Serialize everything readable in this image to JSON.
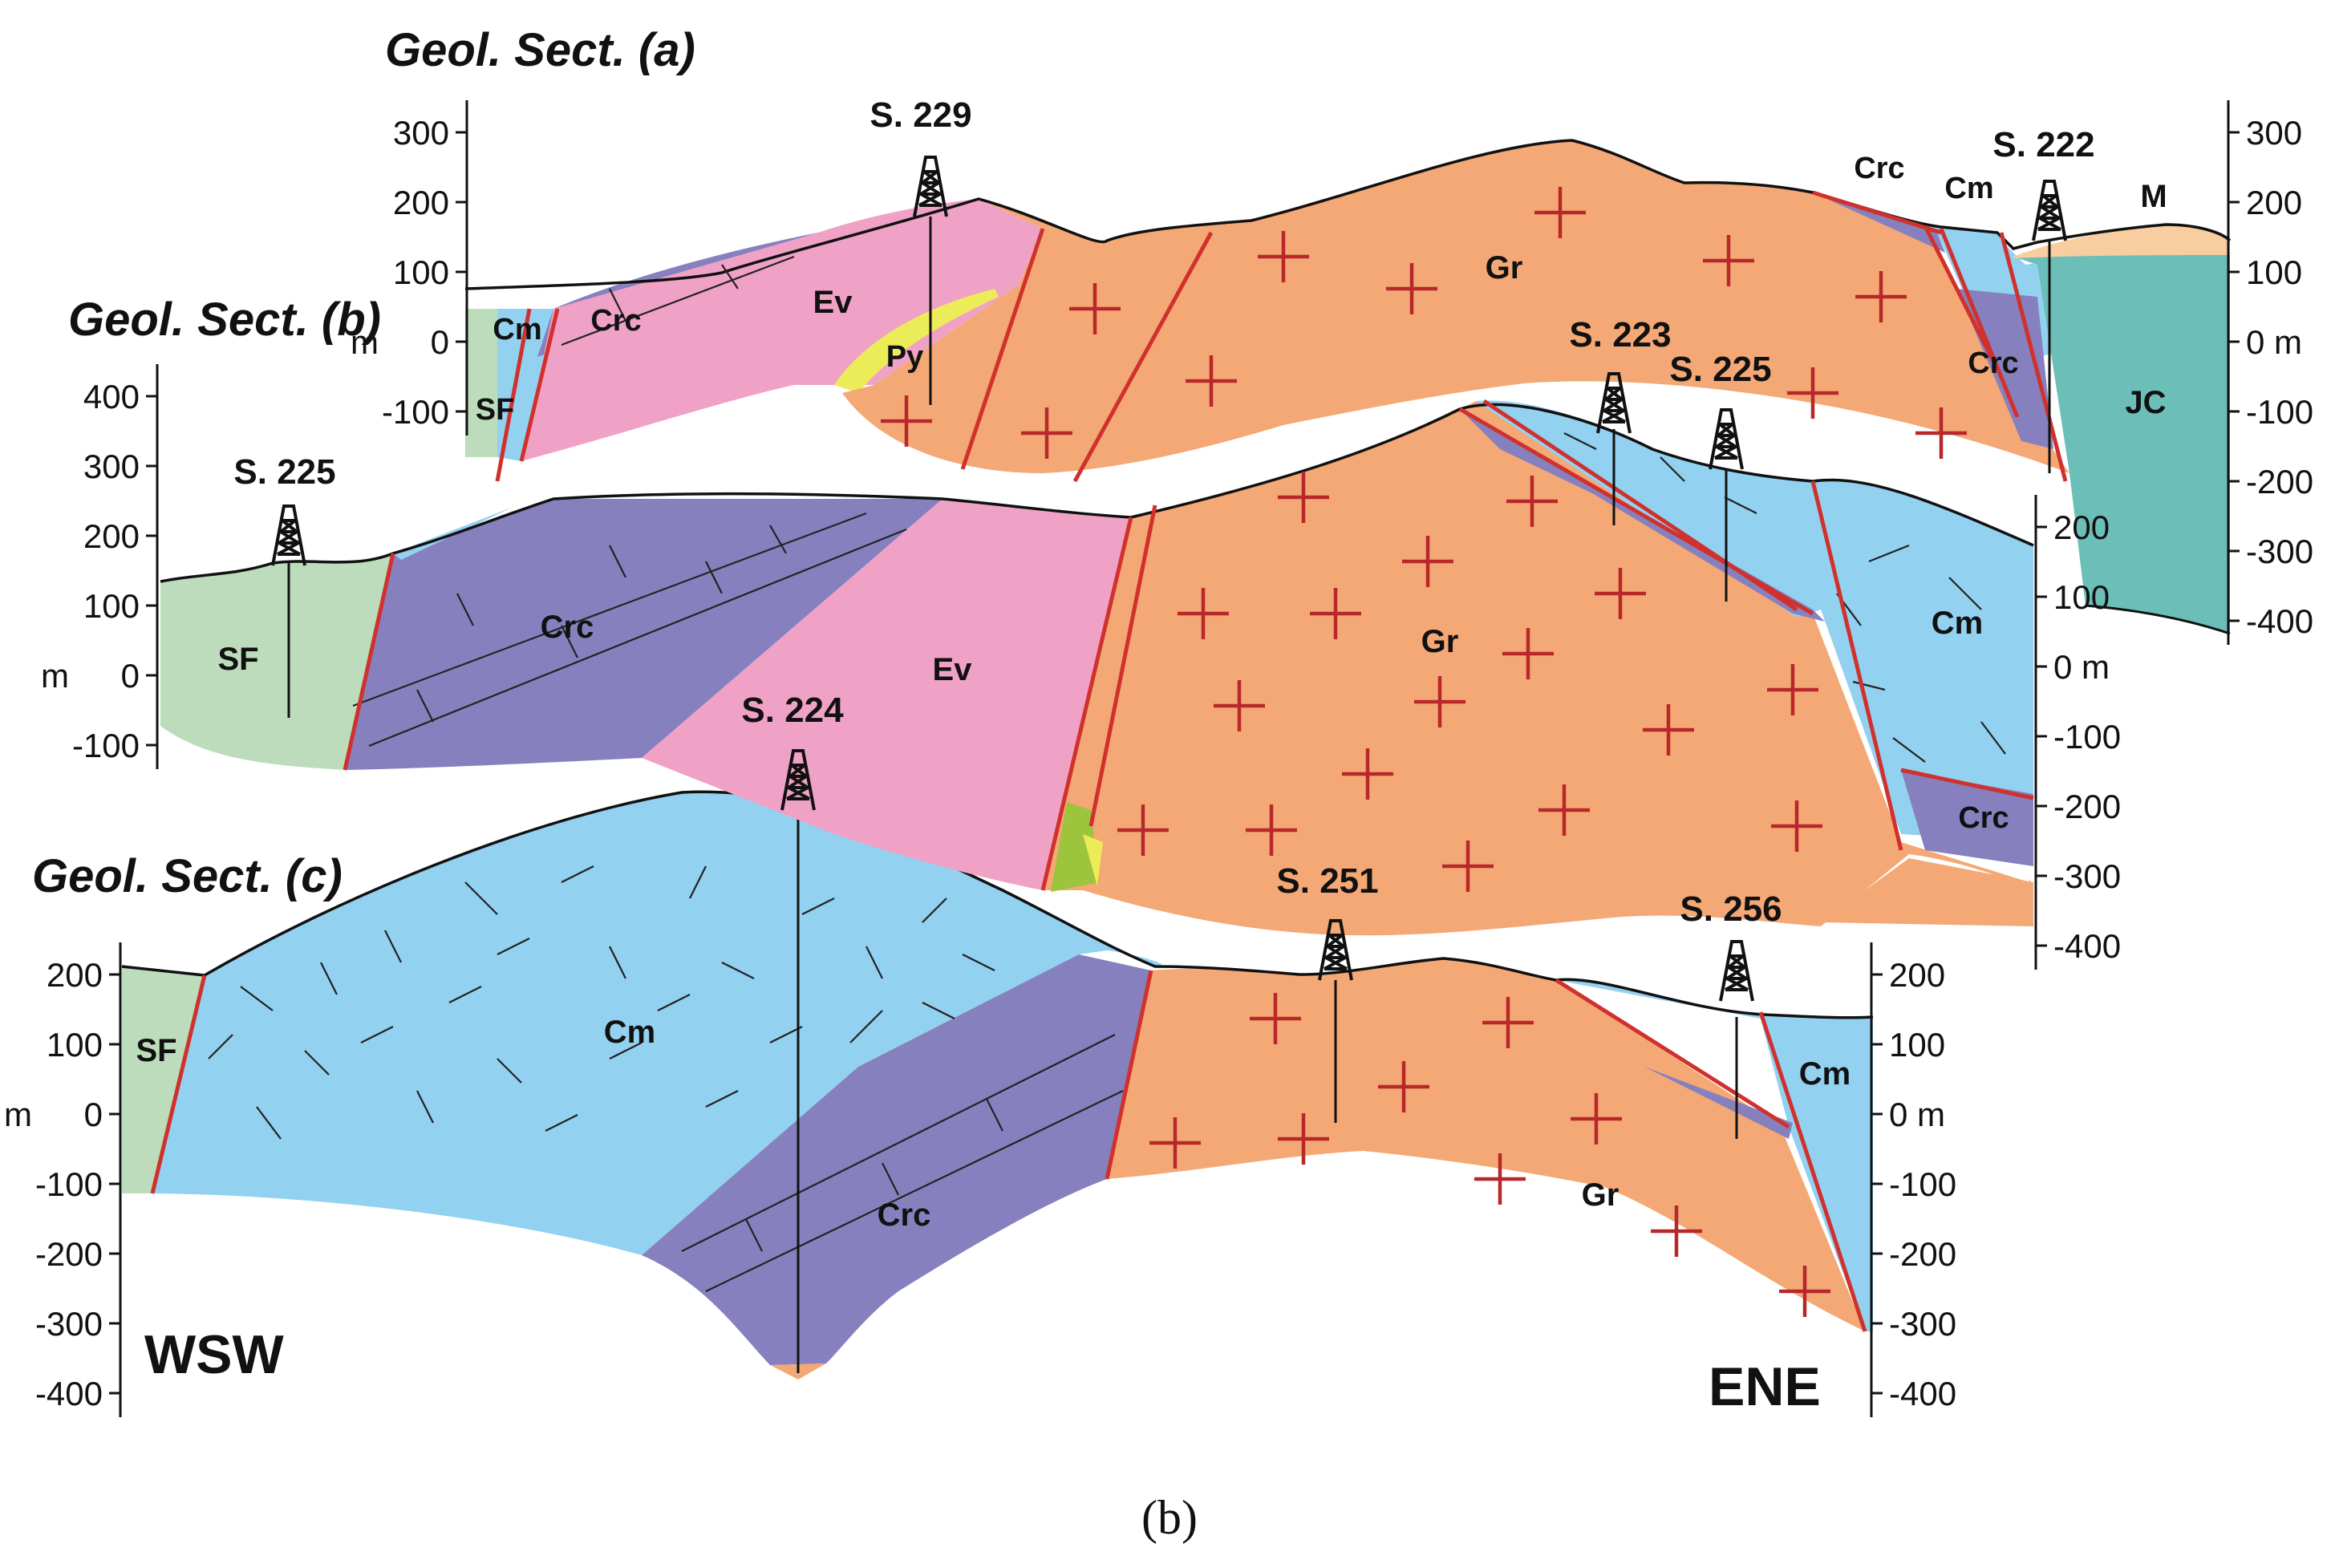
{
  "caption": "(b)",
  "colors": {
    "Cm": "#93d1f0",
    "Crc": "#8681be",
    "Ev": "#f0a2c6",
    "Gr": "#f4a875",
    "SF": "#bcdcbc",
    "JC": "#6bbfb8",
    "M": "#f8cda0",
    "Py": "#ecec58",
    "fault": "#d0312d",
    "cross": "#b8282a"
  },
  "sections": [
    {
      "id": "a",
      "title": "Geol. Sect. (a)",
      "unit": "m",
      "ticks": [
        "300",
        "200",
        "100",
        "0",
        "-100"
      ],
      "right_ticks": [
        "300",
        "200",
        "100",
        "0",
        "-100",
        "-200",
        "-300",
        "-400"
      ],
      "zero_label": "0 m",
      "labels": [
        "Cm",
        "Crc",
        "SF",
        "Ev",
        "Py",
        "Gr",
        "Crc",
        "Cm",
        "M",
        "Crc",
        "JC"
      ],
      "wells": [
        "S. 229",
        "S. 222"
      ]
    },
    {
      "id": "b",
      "title": "Geol. Sect. (b)",
      "unit": "m",
      "ticks": [
        "400",
        "300",
        "200",
        "100",
        "0",
        "-100"
      ],
      "right_ticks": [
        "200",
        "100",
        "0",
        "-100",
        "-200",
        "-300",
        "-400"
      ],
      "zero_label": "0 m",
      "labels": [
        "SF",
        "Crc",
        "Ev",
        "Gr",
        "Cm",
        "Crc"
      ],
      "wells": [
        "S. 225",
        "S. 223",
        "S. 225"
      ]
    },
    {
      "id": "c",
      "title": "Geol. Sect. (c)",
      "unit": "m",
      "ticks": [
        "200",
        "100",
        "0",
        "-100",
        "-200",
        "-300",
        "-400"
      ],
      "right_ticks": [
        "200",
        "100",
        "0",
        "-100",
        "-200",
        "-300",
        "-400"
      ],
      "zero_label": "0 m",
      "labels": [
        "SF",
        "Cm",
        "Crc",
        "Gr",
        "Cm"
      ],
      "wells": [
        "S. 224",
        "S. 251",
        "S. 256"
      ],
      "direction_left": "WSW",
      "direction_right": "ENE"
    }
  ]
}
